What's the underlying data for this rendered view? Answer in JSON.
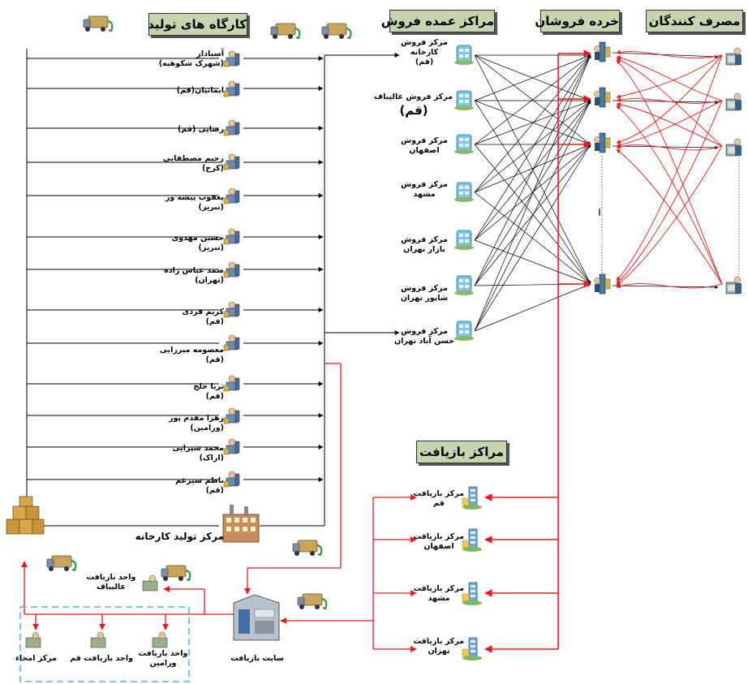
{
  "headers": {
    "workshops": "کارگاه های تولید",
    "wholesale": "مراکز عمده فروش",
    "retailers": "خرده فروشان",
    "consumers": "مصرف کنندگان",
    "recycling_centers": "مراکز بازیافت"
  },
  "workshops": [
    {
      "name": "آسیادار",
      "city": "(شهرک شکوهیه)"
    },
    {
      "name": "ایمانیان(قم)",
      "city": ""
    },
    {
      "name": "رضایی (قم)",
      "city": ""
    },
    {
      "name": "رحیم مصطفایی",
      "city": "(کرج)"
    },
    {
      "name": "یعقوب پیشه ور",
      "city": "(تبریز)"
    },
    {
      "name": "حسین مهدوی",
      "city": "(تبریز)"
    },
    {
      "name": "صمد عباس زاده",
      "city": "(تهران)"
    },
    {
      "name": "کریم فردی",
      "city": "(قم)"
    },
    {
      "name": "معصومه میرزایی",
      "city": "(قم)"
    },
    {
      "name": "ثریا خلج",
      "city": "(قم)"
    },
    {
      "name": "زهرا مقدم پور",
      "city": "(ورامین)"
    },
    {
      "name": "محمد شیرایی",
      "city": "(اراک)"
    },
    {
      "name": "ناظم سیرغم",
      "city": "(قم)"
    }
  ],
  "factory_label": "مرکز تولید کارخانه",
  "wholesale_centers": [
    {
      "line1": "مرکز فروش",
      "line2": "کارخانه",
      "line3": "(قم)"
    },
    {
      "line1": "مرکز فروش عالیباف",
      "line2": "(قم)",
      "line3": ""
    },
    {
      "line1": "مرکز فروش",
      "line2": "اصفهان",
      "line3": ""
    },
    {
      "line1": "مرکز فروش",
      "line2": "مشهد",
      "line3": ""
    },
    {
      "line1": "مرکز فروش",
      "line2": "بازار تهران",
      "line3": ""
    },
    {
      "line1": "مرکز فروش",
      "line2": "شاپور تهران",
      "line3": ""
    },
    {
      "line1": "مرکز فروش",
      "line2": "حسن آباد تهران",
      "line3": ""
    }
  ],
  "recycling_centers": [
    {
      "line1": "مرکز بازیافت",
      "line2": "قم"
    },
    {
      "line1": "مرکز بازیافت",
      "line2": "اصفهان"
    },
    {
      "line1": "مرکز بازیافت",
      "line2": "مشهد"
    },
    {
      "line1": "مرکز بازیافت",
      "line2": "تهران"
    }
  ],
  "recycling_site": "سایت بازیافت",
  "unit_aliabaf": {
    "line1": "واحد بازیافت",
    "line2": "عالیباف"
  },
  "bottom_units": [
    {
      "line1": "واحد بازیافت",
      "line2": "ورامین"
    },
    {
      "line1": "واحد بازیافت قم",
      "line2": ""
    },
    {
      "line1": "مرکز امحاء",
      "line2": ""
    }
  ],
  "colors": {
    "header_bg": "#c8d4b0",
    "forward_flow": "#000000",
    "reverse_flow": "#e8181c",
    "dashed_box": "#3aa0dc"
  },
  "icons": [
    "truck-icon",
    "workshop-icon",
    "factory-icon",
    "store-icon",
    "retailer-icon",
    "consumer-icon",
    "recycle-building-icon",
    "boxes-icon",
    "recycling-site-icon"
  ]
}
